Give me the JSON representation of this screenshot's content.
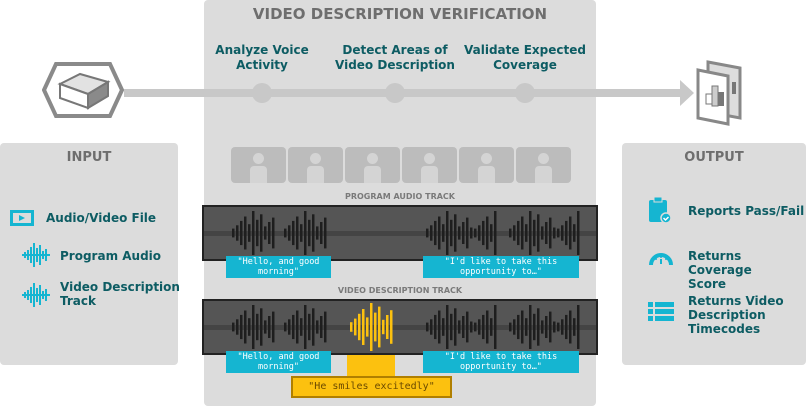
{
  "center": {
    "title": "VIDEO DESCRIPTION VERIFICATION",
    "steps": [
      {
        "line1": "Analyze Voice",
        "line2": "Activity"
      },
      {
        "line1": "Detect Areas of",
        "line2": "Video Description"
      },
      {
        "line1": "Validate Expected",
        "line2": "Coverage"
      }
    ],
    "program_track": {
      "label": "PROGRAM AUDIO TRACK",
      "captions": [
        {
          "line1": "\"Hello, and good",
          "line2": "morning\""
        },
        {
          "line1": "\"I'd like to take this",
          "line2": "opportunity to…\""
        }
      ]
    },
    "description_track": {
      "label": "VIDEO DESCRIPTION TRACK",
      "captions": [
        {
          "line1": "\"Hello, and good",
          "line2": "morning\""
        },
        {
          "line1": "\"I'd like to take this",
          "line2": "opportunity to…\""
        }
      ],
      "description": "\"He smiles excitedly\""
    }
  },
  "input": {
    "title": "INPUT",
    "items": [
      {
        "label": "Audio/Video File",
        "icon": "play-icon"
      },
      {
        "label": "Program Audio",
        "icon": "waveform-icon"
      },
      {
        "label1": "Video Description",
        "label2": "Track",
        "icon": "waveform-icon"
      }
    ]
  },
  "output": {
    "title": "OUTPUT",
    "items": [
      {
        "label": "Reports Pass/Fail",
        "icon": "clipboard-check-icon"
      },
      {
        "label1": "Returns Coverage",
        "label2": "Score",
        "icon": "gauge-icon"
      },
      {
        "label1": "Returns Video",
        "label2": "Description",
        "label3": "Timecodes",
        "icon": "list-icon"
      }
    ]
  },
  "colors": {
    "teal": "#0d5c63",
    "cyan": "#15b5d1",
    "yellow": "#fcc10f",
    "panel": "#dcdcdc"
  }
}
